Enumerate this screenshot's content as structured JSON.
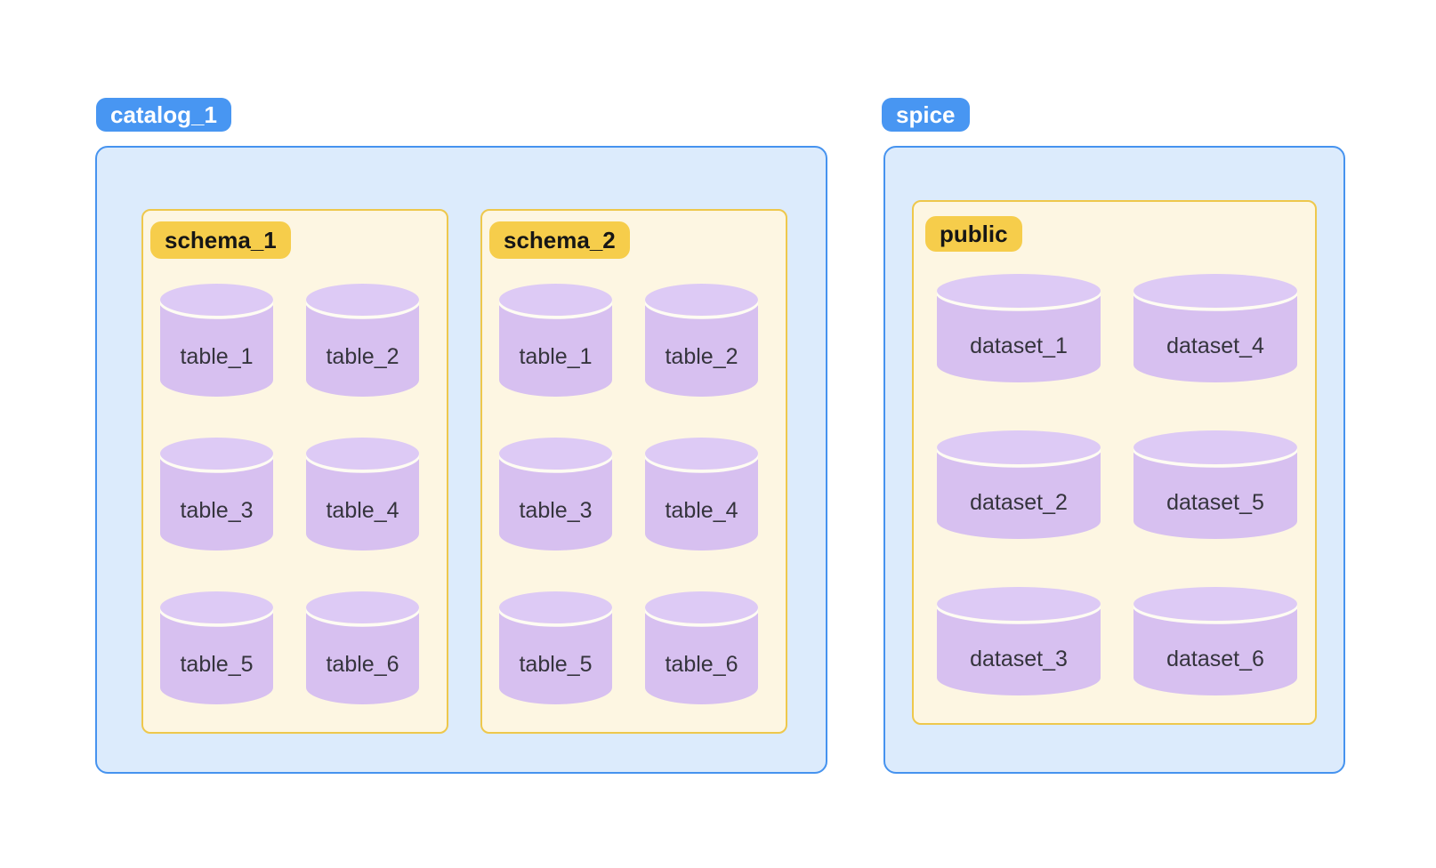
{
  "diagram": {
    "catalog": {
      "label": "catalog_1",
      "schemas": [
        {
          "label": "schema_1",
          "tables": [
            "table_1",
            "table_2",
            "table_3",
            "table_4",
            "table_5",
            "table_6"
          ]
        },
        {
          "label": "schema_2",
          "tables": [
            "table_1",
            "table_2",
            "table_3",
            "table_4",
            "table_5",
            "table_6"
          ]
        }
      ]
    },
    "spice": {
      "label": "spice",
      "schemas": [
        {
          "label": "public",
          "tables": [
            "dataset_1",
            "dataset_2",
            "dataset_3",
            "dataset_4",
            "dataset_5",
            "dataset_6"
          ]
        }
      ]
    },
    "colors": {
      "blue_badge": "#4896F2",
      "blue_border": "#4693EF",
      "blue_fill": "#DCEBFC",
      "yellow_badge": "#F6CD4B",
      "yellow_border": "#EEC84C",
      "cream_fill": "#FDF6E2",
      "cylinder_body": "#D7C0F0",
      "cylinder_top": "#DDCAF5",
      "label_text": "#35343D"
    }
  }
}
